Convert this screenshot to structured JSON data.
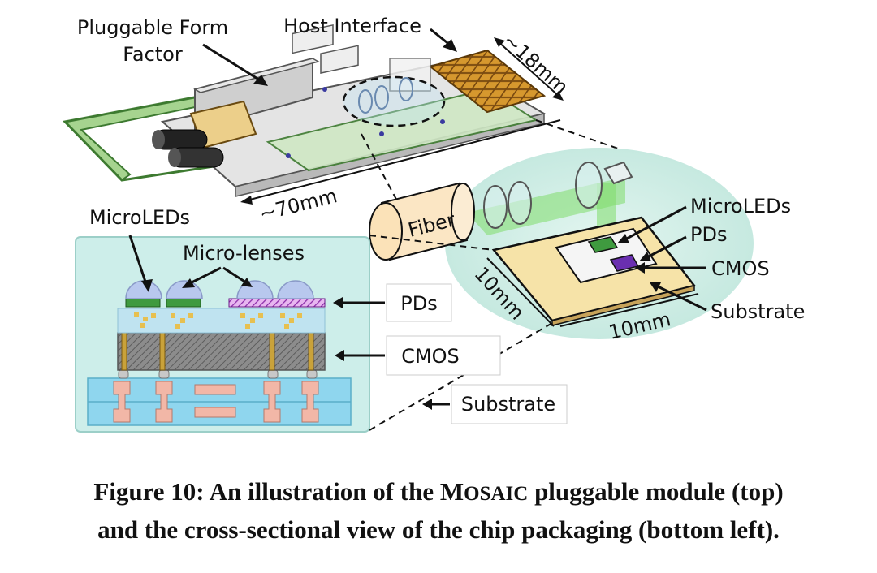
{
  "labels": {
    "pluggable_form_factor_line1": "Pluggable Form",
    "pluggable_form_factor_line2": "Factor",
    "host_interface": "Host Interface",
    "width_18mm": "~18mm",
    "length_70mm": "~70mm",
    "fiber": "Fiber",
    "microleds_top": "MicroLEDs",
    "pds_top": "PDs",
    "cmos_top": "CMOS",
    "substrate_top": "Substrate",
    "dim_10mm_a": "10mm",
    "dim_10mm_b": "10mm",
    "microleds_cross": "MicroLEDs",
    "micro_lenses": "Micro-lenses",
    "pds_cross": "PDs",
    "cmos_cross": "CMOS",
    "substrate_cross": "Substrate"
  },
  "caption": {
    "line1_prefix": "Figure 10: An illustration of the ",
    "mosaic_M": "M",
    "mosaic_rest": "OSAIC",
    "line1_suffix": " pluggable module (top)",
    "line2": "and the cross-sectional view of the chip packaging (bottom left)."
  },
  "colors": {
    "module_body": "#dcdcdc",
    "pcb_green": "#7fbf6a",
    "host_gold": "#c98a2a",
    "inset_bg": "#cfeee6",
    "substrate_tan": "#f6e3a8",
    "microled_green": "#3f9a3f",
    "cmos_purple": "#6a2fb0",
    "beam_green": "#7fdc6a",
    "cross_bg": "#cdeeea",
    "lens_blue": "#b8c8ee",
    "cmos_gray": "#8a8a8a",
    "substrate_blue": "#8fd6ee",
    "pad_pink": "#f2b7a7"
  }
}
